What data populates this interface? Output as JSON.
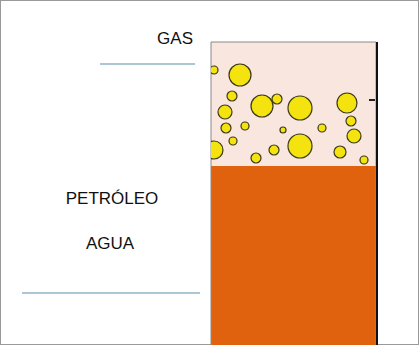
{
  "diagram": {
    "labels": [
      "GAS",
      "PETRÓLEO",
      "AGUA"
    ]
  }
}
